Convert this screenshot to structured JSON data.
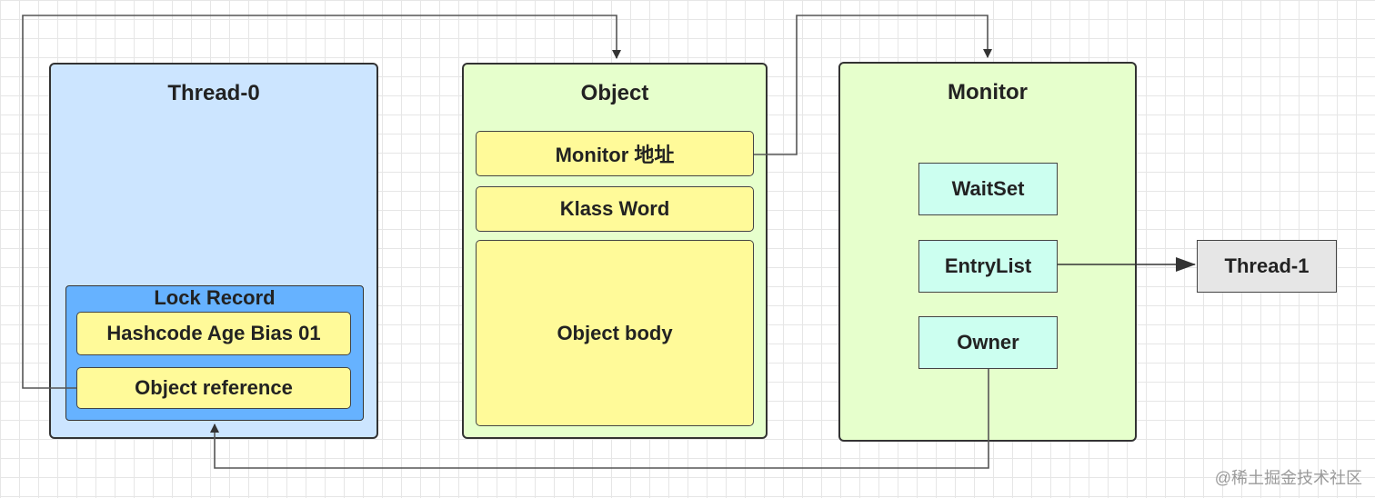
{
  "thread0": {
    "title": "Thread-0",
    "lock_record": {
      "title": "Lock Record",
      "hashcode": "Hashcode Age Bias 01",
      "object_reference": "Object reference"
    }
  },
  "object": {
    "title": "Object",
    "monitor_address": "Monitor 地址",
    "klass_word": "Klass Word",
    "body": "Object body"
  },
  "monitor": {
    "title": "Monitor",
    "wait_set": "WaitSet",
    "entry_list": "EntryList",
    "owner": "Owner"
  },
  "thread1": {
    "label": "Thread-1"
  },
  "watermark": "@稀土掘金技术社区",
  "colors": {
    "thread0_fill": "#cce5ff",
    "lock_record_fill": "#66b2ff",
    "object_fill": "#e6ffcc",
    "monitor_fill": "#e6ffcc",
    "field_fill": "#fffa99",
    "monitor_field_fill": "#ccfff0",
    "thread1_fill": "#e6e6e6"
  }
}
